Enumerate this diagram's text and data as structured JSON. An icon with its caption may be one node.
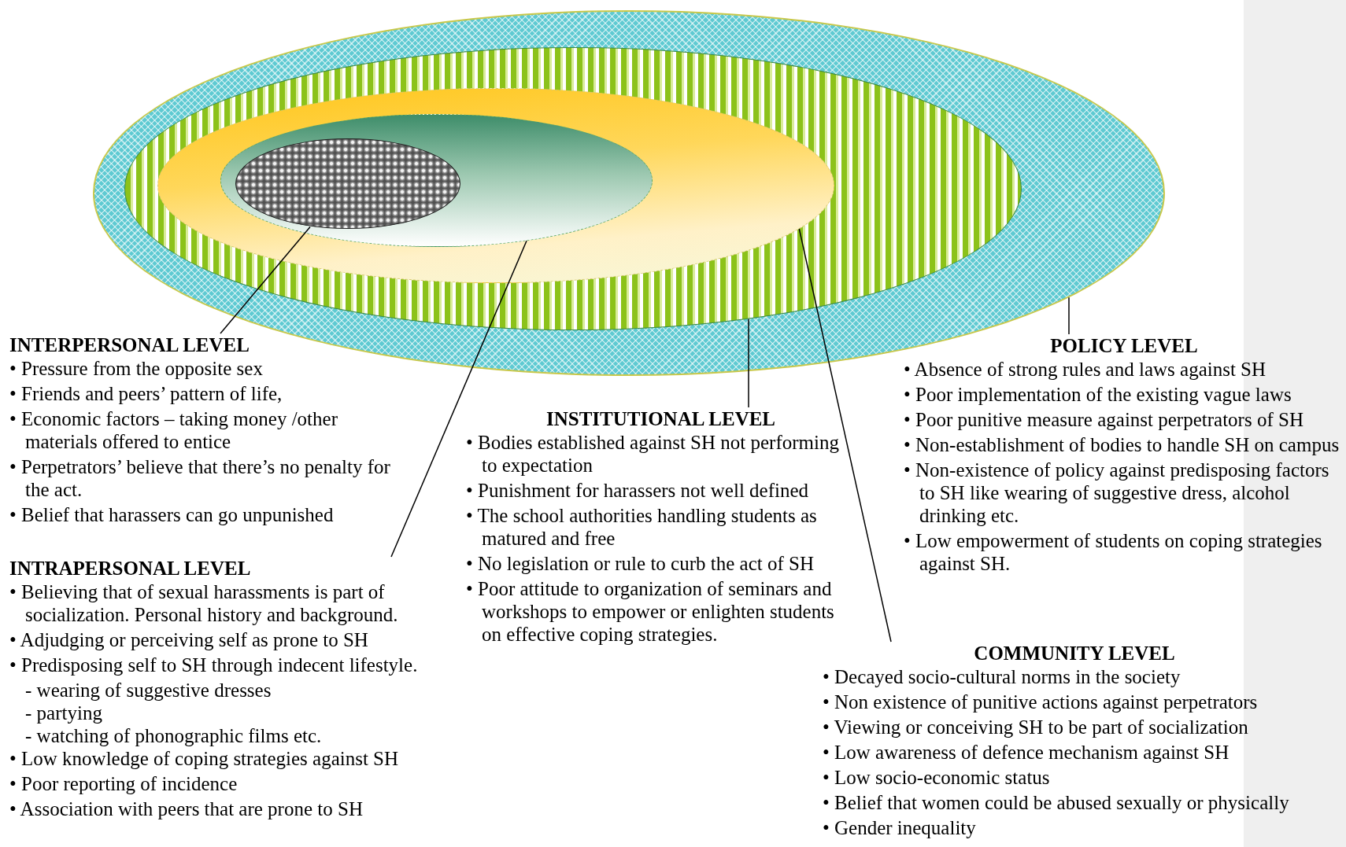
{
  "diagram": {
    "nodes": [
      {
        "text": [],
        "shape": "ellipse"
      },
      {
        "text": [],
        "shape": "ellipse",
        "in": 0
      },
      {
        "text": [],
        "shape": "ellipse",
        "in": 1
      },
      {
        "text": [],
        "shape": "ellipse",
        "in": 2
      },
      {
        "text": [],
        "shape": "ellipse",
        "in": 3
      },
      {
        "text": [
          "INTERPERSONAL LEVEL",
          "• Pressure from the opposite sex",
          "• Friends and peers’ pattern of life,",
          "• Economic factors – taking money /other materials offered to entice",
          "• Perpetrators’ believe that there’s no penalty for the act.",
          "• Belief that harassers can go unpunished"
        ]
      },
      {
        "text": [
          "INTRAPERSONAL LEVEL",
          "• Believing that of sexual harassments is part of socialization. Personal history and background.",
          "• Adjudging or perceiving self as prone to SH",
          "• Predisposing self to SH through indecent lifestyle.",
          "- wearing of suggestive dresses",
          "- partying",
          "- watching of phonographic films etc.",
          "• Low knowledge of coping strategies against SH",
          "• Poor reporting of incidence",
          "• Association with peers that are prone to SH"
        ]
      },
      {
        "text": [
          "INSTITUTIONAL LEVEL",
          "• Bodies established against SH not performing to expectation",
          "• Punishment for harassers not well defined",
          "• The school authorities handling students as matured and free",
          "• No legislation or rule to curb the act of SH",
          "• Poor attitude to organization of seminars and workshops to empower or enlighten students on effective coping strategies."
        ]
      },
      {
        "text": [
          "POLICY LEVEL",
          "• Absence of strong rules and laws against SH",
          "• Poor implementation of the existing vague laws",
          "• Poor punitive measure against perpetrators of SH",
          "• Non-establishment of bodies to handle SH on campus",
          "• Non-existence of policy against predisposing factors to SH like wearing of suggestive dress, alcohol drinking etc.",
          "• Low empowerment of students on coping strategies against SH."
        ]
      },
      {
        "text": [
          "COMMUNITY LEVEL",
          "• Decayed socio-cultural norms in the society",
          "• Non existence of punitive actions against perpetrators",
          "• Viewing or conceiving SH to be part of socialization",
          "• Low awareness of defence mechanism against SH",
          "• Low socio-economic status",
          "• Belief that women could be abused sexually or physically",
          "• Gender inequality"
        ]
      }
    ],
    "edges": [
      {
        "from": 5,
        "to": 4,
        "arrow": "none"
      },
      {
        "from": 6,
        "to": 3,
        "arrow": "none"
      },
      {
        "from": 7,
        "to": 1,
        "arrow": "none"
      },
      {
        "from": 9,
        "to": 2,
        "arrow": "none"
      },
      {
        "from": 8,
        "to": 0,
        "arrow": "none"
      }
    ]
  }
}
